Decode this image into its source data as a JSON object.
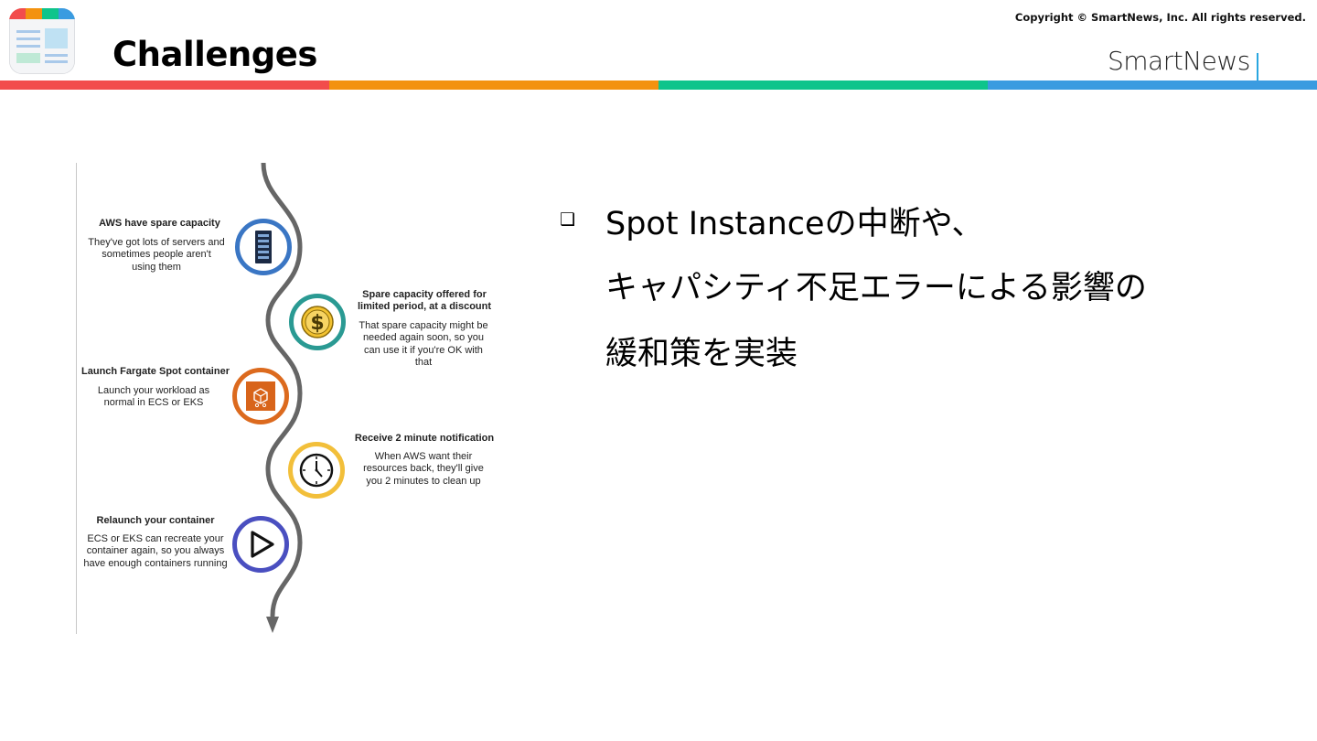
{
  "header": {
    "title": "Challenges",
    "copyright": "Copyright © SmartNews, Inc. All rights reserved.",
    "brand": "SmartNews",
    "bar_colors": [
      "#f24c4c",
      "#f3920f",
      "#0ec48b",
      "#3a9be0"
    ]
  },
  "timeline": {
    "events": [
      {
        "title": "AWS have spare capacity",
        "description": [
          "They've got lots of servers and",
          "sometimes people aren't",
          "using them"
        ],
        "icon": "server-rack-icon",
        "ring_color": "#3a76c4"
      },
      {
        "title": [
          "Spare capacity offered for",
          "limited period, at a discount"
        ],
        "description": [
          "That spare capacity might be",
          "needed again soon, so you",
          "can use it if you're OK with",
          "that"
        ],
        "icon": "dollar-coin-icon",
        "ring_color": "#2a9a93"
      },
      {
        "title": "Launch Fargate Spot container",
        "description": [
          "Launch your workload as",
          "normal in ECS or EKS"
        ],
        "icon": "fargate-container-icon",
        "ring_color": "#dc6a1e"
      },
      {
        "title": "Receive 2 minute notification",
        "description": [
          "When AWS want their",
          "resources back, they'll give",
          "you 2 minutes to clean up"
        ],
        "icon": "clock-icon",
        "ring_color": "#f2bf3a"
      },
      {
        "title": "Relaunch your container",
        "description": [
          "ECS or EKS can recreate your",
          "container again, so you always",
          "have enough containers running"
        ],
        "icon": "play-icon",
        "ring_color": "#4a4fc0"
      }
    ]
  },
  "bullet": {
    "marker": "❑",
    "lines": [
      "Spot Instanceの中断や、",
      "キャパシティ不足エラーによる影響の",
      "緩和策を実装"
    ]
  }
}
